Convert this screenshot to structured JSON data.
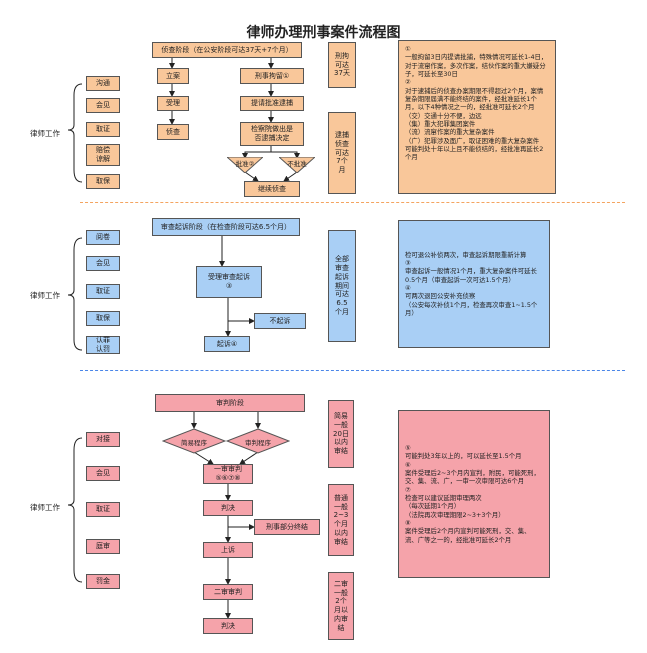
{
  "title": "律师办理刑事案件流程图",
  "colors": {
    "orange": "#f9c79a",
    "blue": "#a9cff5",
    "pink": "#f5a3aa",
    "sep_orange": "#f4a460",
    "sep_blue": "#4a86e8"
  },
  "sections": {
    "investigation": {
      "side_label": "律师工作",
      "side_items": [
        "沟通",
        "会见",
        "取证",
        "赔偿\n谅解",
        "取保"
      ],
      "header": "侦查阶段（在公安阶段可达37天+7个月）",
      "left_flow": [
        "立案",
        "受理",
        "侦查"
      ],
      "right_flow": [
        "刑事拘留①",
        "提请批准逮捕",
        "检察院做出是\n否逮捕决定"
      ],
      "decision_yes": "批准②",
      "decision_no": "不批准",
      "continue": "继续侦查",
      "side_box_1": "刑拘\n可达\n37天",
      "side_box_2": "逮捕\n侦查\n可达\n7个\n月",
      "note": "①\n一般拘留3日内提请批捕，特殊情况可延长1-4日，对于流窜作案，多次作案，结伙作案的重大嫌疑分子，可延长至30日\n②\n对于逮捕后的侦查办案期限不得超过2个月，案情复杂期限届满不能终结的案件，经批准延长1个月，以下4种情况之一的，经批准可延长2个月\n（交）交通十分不便，边远\n（集）重大犯罪集团案件\n（流）流窜作案的重大复杂案件\n（广）犯罪涉及面广，取证困难的重大复杂案件\n可能判处十年以上且不能侦结的，经批准再延长2个月"
    },
    "prosecution": {
      "side_label": "律师工作",
      "side_items": [
        "阅卷",
        "会见",
        "取证",
        "取保",
        "认罪\n认罚"
      ],
      "header": "审查起诉阶段（在检查阶段可达6.5个月）",
      "accept": "受理审查起诉\n③",
      "no_prosecute": "不起诉",
      "prosecute": "起诉④",
      "side_box": "全部\n审查\n起诉\n期间\n可达\n6.5\n个月",
      "note": "检可退公补侦两次，审查起诉期限重新计算\n③\n审查起诉一般情况1个月，重大复杂案件可延长0.5个月（审查起诉一次可达1.5个月）\n④\n可两次退回公安补充侦察\n（公安每次补侦1个月，检查再次审查1~1.5个月）"
    },
    "trial": {
      "side_label": "律师工作",
      "side_items": [
        "对接",
        "会见",
        "取证",
        "庭审",
        "罚金"
      ],
      "header": "审判阶段",
      "simple": "简易程序",
      "trial_proc": "审判程序",
      "first_trial": "一审审判\n⑤⑥⑦⑧",
      "verdict": "判决",
      "end": "刑事部分终结",
      "appeal": "上诉",
      "second_trial": "二审审判",
      "final_verdict": "判决",
      "side_box_1": "简易\n一般\n20日\n以内\n审结",
      "side_box_2": "普通\n一般\n2~3\n个月\n以内\n审结",
      "side_box_3": "二审\n一般\n2个\n月以\n内审\n结",
      "note": "⑤\n可能判处3年以上的，可以延长至1.5个月\n⑥\n案件受理后2~3个月内宣判，附民，可能死刑，交、集、流、广，一审一次审限可达6个月\n⑦\n检查可以建议延期审理两次\n（每次延期1个月）\n（法院再次审理期限2~3+3个月）\n⑧\n案件受理后2个月内宣判可能死刑，交、集、流、广等之一的，经批准可延长2个月"
    }
  }
}
